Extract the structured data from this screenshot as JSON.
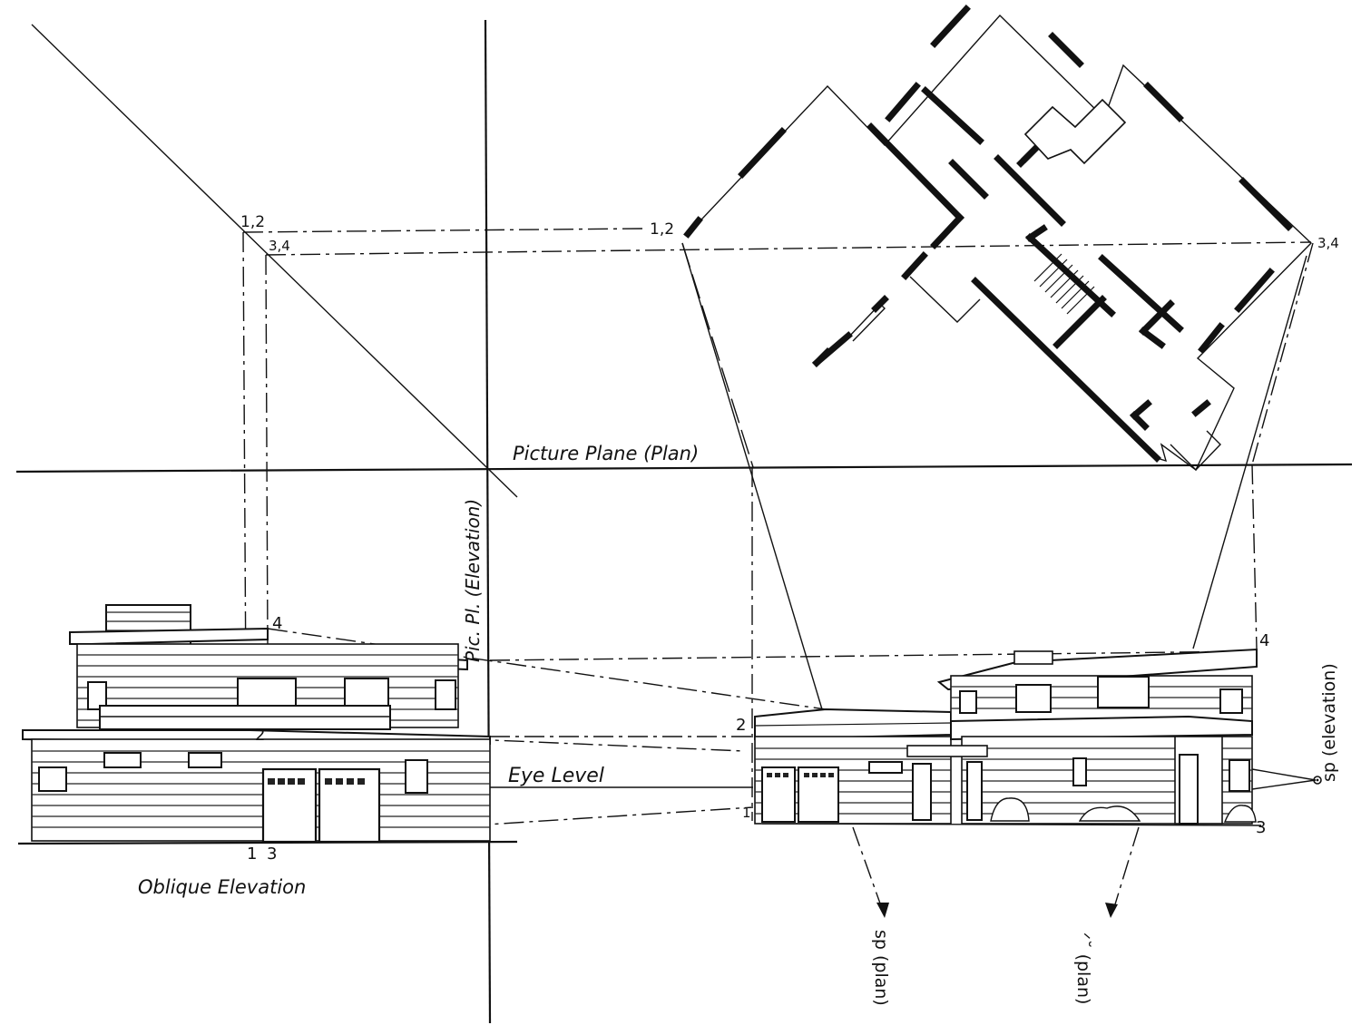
{
  "labels": {
    "picture_plane_plan": "Picture Plane (Plan)",
    "picture_plane_elevation": "Pic. Pl. (Elevation)",
    "eye_level": "Eye Level",
    "oblique_elevation": "Oblique Elevation",
    "sp_elevation": "sp (elevation)",
    "sp_plan": "sp (plan)",
    "sp_plan_2": "ᐟ˘ (plan)"
  },
  "points": {
    "p12_left": "1,2",
    "p34_left": "3,4",
    "p12_plan": "1,2",
    "p34_plan": "3,4",
    "p4_left": "4",
    "p2_left": "2",
    "p1_left": "1",
    "p3_left": "3",
    "p2_right": "2",
    "p1_right": "1",
    "p4_right": "4",
    "p3_right": "3"
  }
}
